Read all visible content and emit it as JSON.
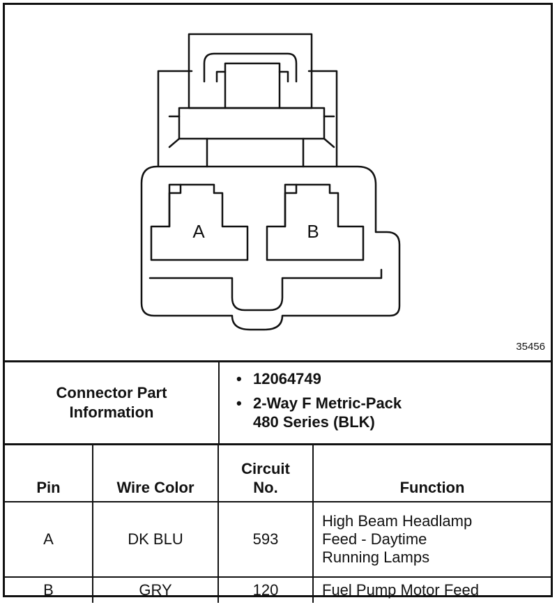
{
  "diagram": {
    "figure_number": "35456",
    "pin_labels": [
      "A",
      "B"
    ]
  },
  "connector_info": {
    "label_line1": "Connector Part",
    "label_line2": "Information",
    "part_number": "12064749",
    "description_line1": "2-Way F Metric-Pack",
    "description_line2": "480 Series (BLK)"
  },
  "table": {
    "headers": {
      "pin": "Pin",
      "wire_color": "Wire Color",
      "circuit_line1": "Circuit",
      "circuit_line2": "No.",
      "function": "Function"
    },
    "rows": [
      {
        "pin": "A",
        "wire_color": "DK BLU",
        "circuit": "593",
        "function_lines": [
          "High Beam Headlamp",
          "Feed - Daytime",
          "Running Lamps"
        ]
      },
      {
        "pin": "B",
        "wire_color": "GRY",
        "circuit": "120",
        "function_lines": [
          "Fuel Pump Motor Feed"
        ]
      }
    ]
  }
}
